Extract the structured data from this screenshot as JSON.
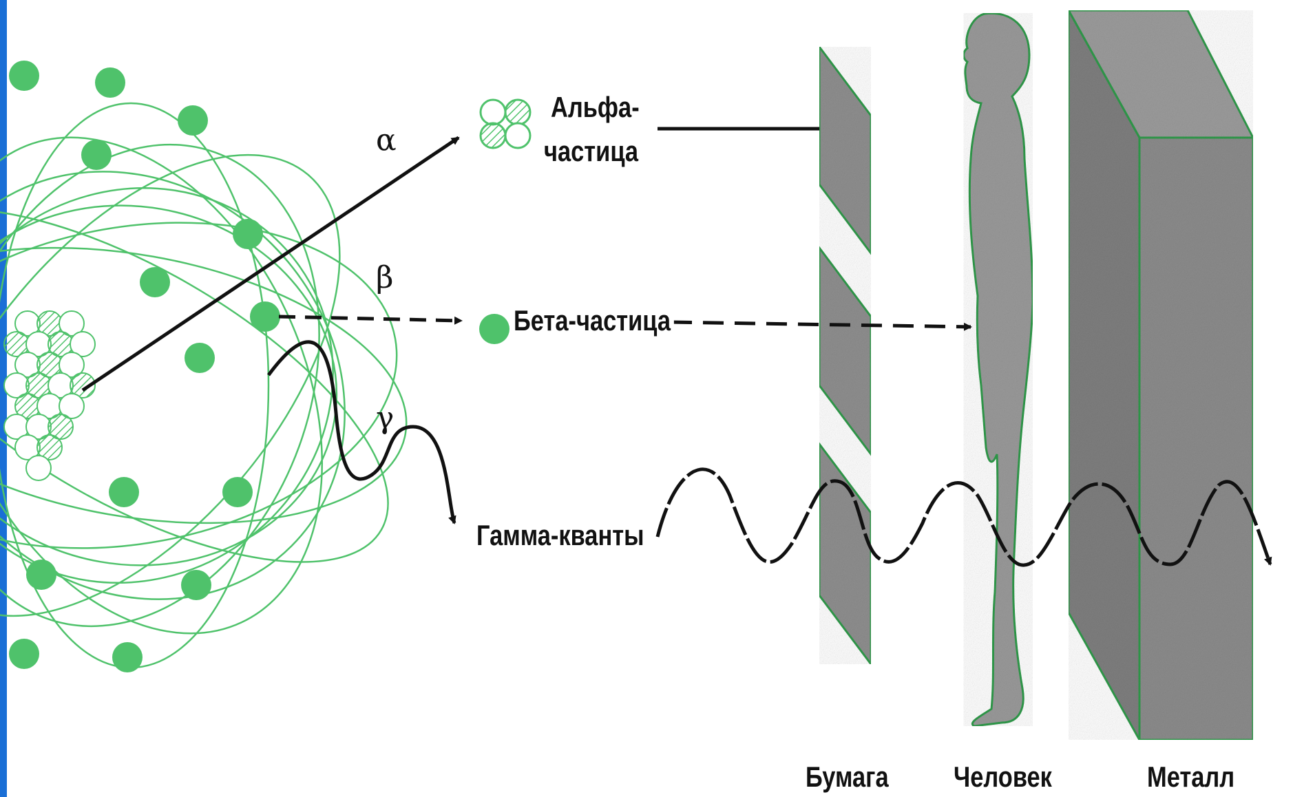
{
  "colors": {
    "accent_bar": "#1a6fd6",
    "atom_green": "#4fc26b",
    "shield_gray": "#8f8f8f",
    "outline_green": "#2f9a4a",
    "ink": "#111111"
  },
  "rays": {
    "alpha": {
      "symbol": "α",
      "label_line1": "Альфа-",
      "label_line2": "частица"
    },
    "beta": {
      "symbol": "β",
      "label": "Бета-частица"
    },
    "gamma": {
      "symbol": "γ",
      "label": "Гамма-кванты"
    }
  },
  "barriers": {
    "paper": "Бумага",
    "human": "Человек",
    "metal": "Металл"
  },
  "icons": {
    "source": "atom-icon",
    "alpha_particle": "alpha-particle-icon",
    "beta_particle": "beta-particle-icon",
    "human": "human-silhouette-icon"
  }
}
